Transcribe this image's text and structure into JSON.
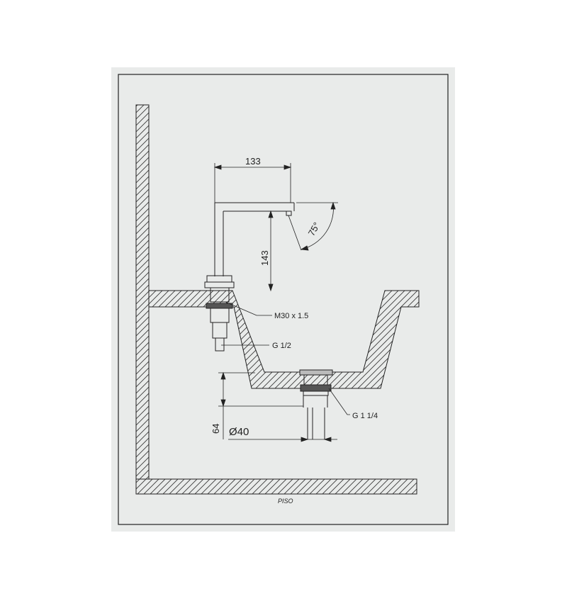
{
  "dimensions": {
    "spout_reach": "133",
    "spout_height": "143",
    "spout_angle": "75°",
    "drain_depth": "64",
    "drain_diameter": "Ø40"
  },
  "callouts": {
    "mount_thread": "M30 x 1.5",
    "supply_thread": "G 1/2",
    "drain_thread": "G 1 1/4"
  },
  "labels": {
    "floor": "PISO"
  },
  "colors": {
    "sheet": "#e9ebea",
    "line": "#222222"
  }
}
